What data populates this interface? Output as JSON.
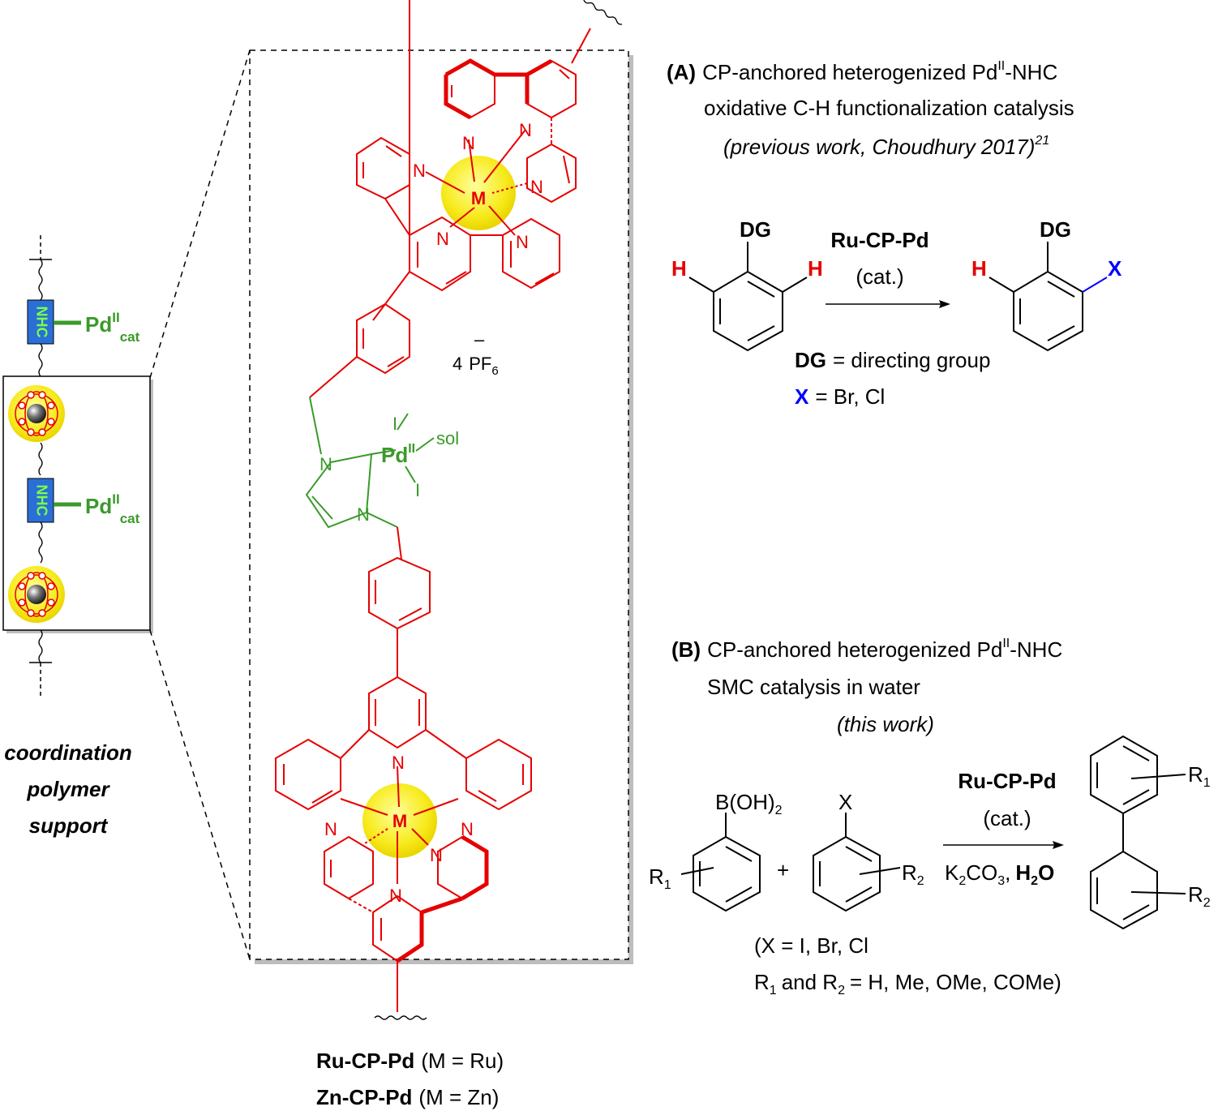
{
  "support": {
    "nhc": "NHC",
    "pd": "Pd",
    "pd_sup": "II",
    "pd_sub": "cat",
    "caption": [
      "coordination",
      "polymer",
      "support"
    ]
  },
  "structure": {
    "metal": "M",
    "nitrogen": "N",
    "counterion_coef": "4",
    "counterion": "PF",
    "counterion_sub": "6",
    "counterion_charge": "–",
    "pd": "Pd",
    "pd_sup": "II",
    "iodide": "I",
    "solvent": "sol"
  },
  "legend": [
    {
      "name": "Ru-CP-Pd",
      "detail": "(M = Ru)"
    },
    {
      "name": "Zn-CP-Pd",
      "detail": "(M = Zn)"
    }
  ],
  "panel_a": {
    "tag": "(A)",
    "title_1a": "CP-anchored heterogenized Pd",
    "title_1sup": "II",
    "title_1b": "-NHC",
    "title_2": "oxidative C-H functionalization catalysis",
    "title_3": "(previous work, Choudhury 2017)",
    "title_3ref": "21",
    "dg": "DG",
    "h": "H",
    "x": "X",
    "reagent": "Ru-CP-Pd",
    "cond": "(cat.)",
    "def_dg_b": "DG",
    "def_dg": "= directing group",
    "def_x_b": "X",
    "def_x": "= Br, Cl"
  },
  "panel_b": {
    "tag": "(B)",
    "title_1a": "CP-anchored heterogenized Pd",
    "title_1sup": "II",
    "title_1b": "-NHC",
    "title_2": "SMC catalysis in water",
    "title_3": "(this work)",
    "boronic": "B(OH)",
    "boronic_sub": "2",
    "r": "R",
    "r1_sub": "1",
    "r2_sub": "2",
    "x": "X",
    "plus": "+",
    "reagent": "Ru-CP-Pd",
    "cond": "(cat.)",
    "base": "K",
    "base_sub1": "2",
    "base_mid": "CO",
    "base_sub2": "3",
    "base_sep": ",",
    "solvent": "H",
    "solvent_sub": "2",
    "solvent_end": "O",
    "scope_x": "(X = I, Br, Cl",
    "scope_r_a": "R",
    "scope_r_b": "and R",
    "scope_r_c": "= H, Me, OMe, COMe)"
  },
  "colors": {
    "red": "#e60000",
    "green": "#3a9a2a",
    "blue": "#0000ff",
    "yellow": "#f5e400",
    "box_blue": "#2a6fd6",
    "nhc_text": "#7cff4a"
  }
}
